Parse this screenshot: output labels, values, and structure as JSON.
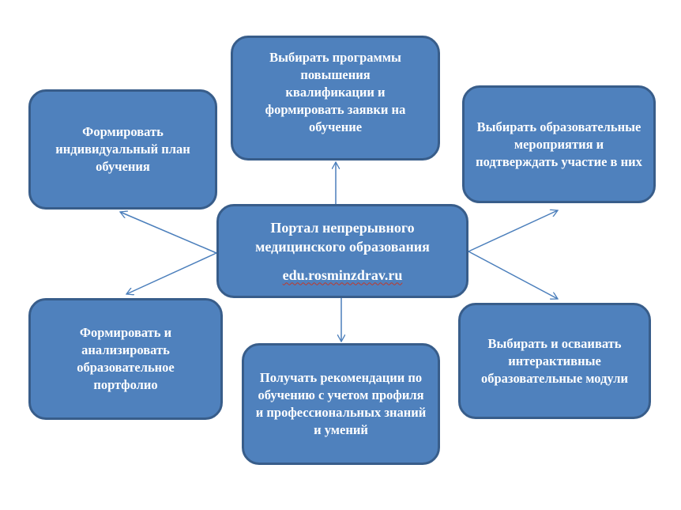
{
  "center": {
    "title": "Портал непрерывного медицинского образования",
    "url": "edu.rosminzdrav.ru"
  },
  "nodes": {
    "top": "Выбирать программы повышения квалификации и формировать заявки на обучение",
    "top_left": "Формировать индивидуальный план обучения",
    "top_right": "Выбирать образовательные мероприятия и подтверждать участие в них",
    "bottom_left": "Формировать и анализировать образовательное портфолио",
    "bottom": "Получать рекомендации по обучению с учетом профиля и профессиональных знаний и умений",
    "bottom_right": "Выбирать и осваивать интерактивные образовательные модули"
  },
  "colors": {
    "fill": "#4F81BD",
    "border": "#385D8A",
    "arrow": "#4A7EBB"
  }
}
